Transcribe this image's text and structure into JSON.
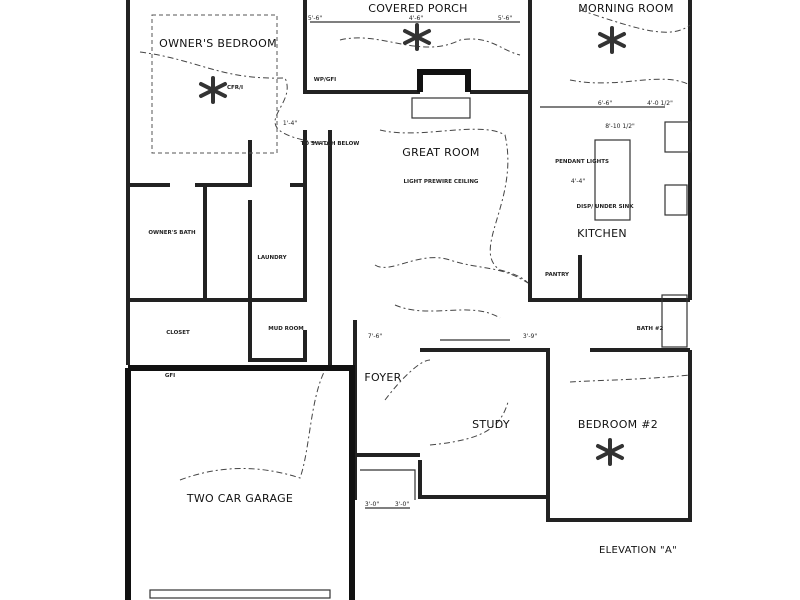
{
  "plan": {
    "rooms": [
      {
        "id": "covered-porch",
        "label": "COVERED PORCH"
      },
      {
        "id": "morning-room",
        "label": "MORNING ROOM"
      },
      {
        "id": "owners-bedroom",
        "label": "OWNER'S BEDROOM"
      },
      {
        "id": "great-room",
        "label": "GREAT ROOM"
      },
      {
        "id": "owners-bath",
        "label": "OWNER'S BATH"
      },
      {
        "id": "laundry",
        "label": "LAUNDRY"
      },
      {
        "id": "kitchen",
        "label": "KITCHEN"
      },
      {
        "id": "pantry",
        "label": "PANTRY"
      },
      {
        "id": "closet",
        "label": "CLOSET"
      },
      {
        "id": "mud-room",
        "label": "MUD ROOM"
      },
      {
        "id": "bath-2",
        "label": "BATH #2"
      },
      {
        "id": "foyer",
        "label": "FOYER"
      },
      {
        "id": "study",
        "label": "STUDY"
      },
      {
        "id": "bedroom-2",
        "label": "BEDROOM #2"
      },
      {
        "id": "two-car-garage",
        "label": "TWO CAR GARAGE"
      }
    ],
    "notes": {
      "switch_below": "TO SWITCH BELOW",
      "light_ceiling": "LIGHT PREWIRE CEILING",
      "pendant": "PENDANT LIGHTS",
      "disp": "DISP/ UNDER SINK",
      "cfr": "CFR/I",
      "wpgfi": "WP/GFI",
      "gfi": "GFI"
    },
    "dimensions": [
      "5'-6\"",
      "4'-6\"",
      "5'-6\"",
      "1'-4\"",
      "6'-6\"",
      "4'-0 1/2\"",
      "8'-10 1/2\"",
      "4'-4\"",
      "7'-6\"",
      "3'-9\"",
      "3'-0\"",
      "3'-0\""
    ],
    "elevation": "ELEVATION \"A\""
  }
}
